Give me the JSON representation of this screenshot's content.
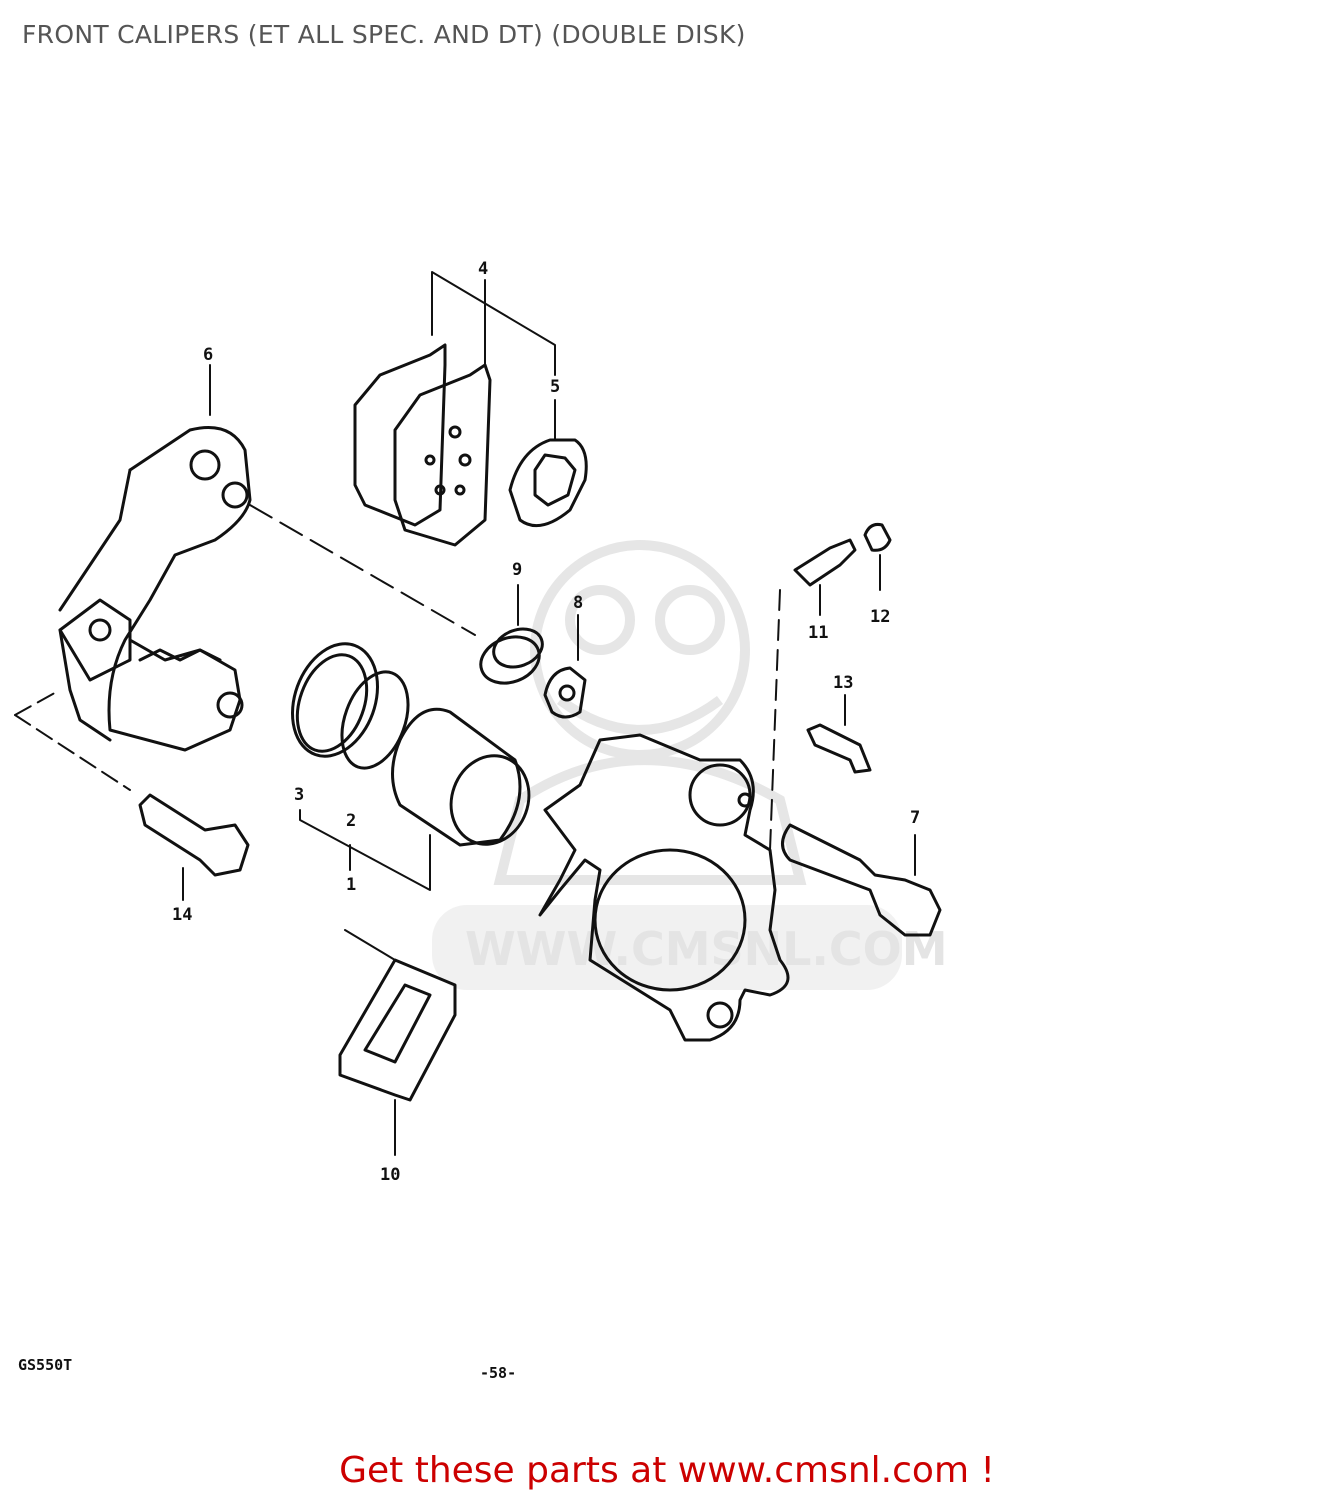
{
  "title": "FRONT CALIPERS (ET ALL SPEC. AND DT) (DOUBLE DISK)",
  "watermark": "WWW.CMSNL.COM",
  "part_labels": [
    "1",
    "2",
    "3",
    "4",
    "5",
    "6",
    "7",
    "8",
    "9",
    "10",
    "11",
    "12",
    "13",
    "14"
  ],
  "footer": {
    "model_code": "GS550T",
    "page_number": "-58-"
  },
  "call_to_action": "Get these parts at www.cmsnl.com !",
  "colors": {
    "line": "#111111",
    "title": "#555555",
    "cta": "#cc0000",
    "watermark": "#e4e4e4"
  }
}
